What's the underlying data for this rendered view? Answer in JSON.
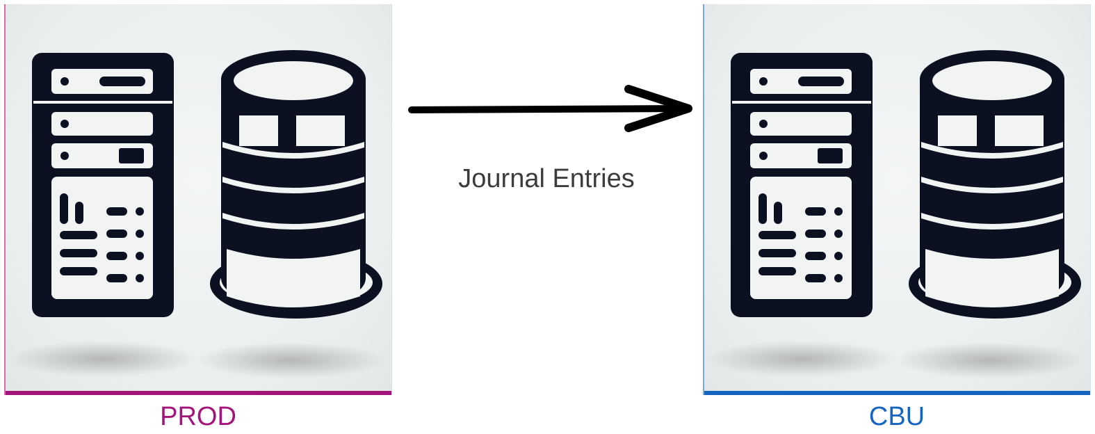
{
  "source": {
    "label": "PROD",
    "accent_color": "#a3157a",
    "icons": [
      "server-tower-icon",
      "database-icon"
    ]
  },
  "target": {
    "label": "CBU",
    "accent_color": "#1565c0",
    "icons": [
      "server-tower-icon",
      "database-icon"
    ]
  },
  "connector": {
    "label": "Journal Entries",
    "direction": "source-to-target"
  }
}
